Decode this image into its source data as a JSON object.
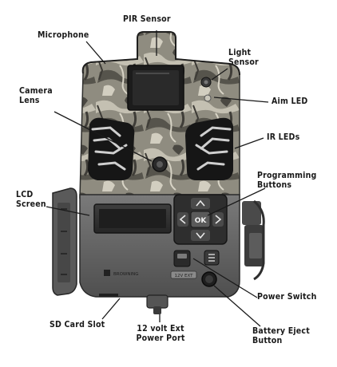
{
  "labels": {
    "pir_sensor": "PIR Sensor",
    "microphone": "Microphone",
    "light_sensor": [
      "Light",
      "Sensor"
    ],
    "camera_lens": [
      "Camera",
      "Lens"
    ],
    "aim_led": "Aim LED",
    "ir_leds": "IR LEDs",
    "programming_buttons": [
      "Programming",
      "Buttons"
    ],
    "lcd_screen": [
      "LCD",
      "Screen"
    ],
    "power_switch": "Power Switch",
    "sd_card_slot": "SD Card Slot",
    "power_port": [
      "12 volt Ext",
      "Power Port"
    ],
    "battery_eject": [
      "Battery Eject",
      "Button"
    ]
  },
  "device": {
    "ok_key": "OK",
    "brand_text": "BROWNING",
    "port_text": "12V EXT"
  },
  "colors": {
    "body_gray": "#6b6b6b",
    "body_dark": "#3a3a3a",
    "camo_light": "#b8b4a6",
    "camo_dark": "#4a4a44",
    "ir_panel": "#1a1a1a",
    "ir_trace": "#c9c9c9",
    "leader": "#1a1a1a"
  },
  "icons": [
    "arrow-up-icon",
    "arrow-down-icon",
    "arrow-left-icon",
    "arrow-right-icon",
    "menu-icon"
  ]
}
